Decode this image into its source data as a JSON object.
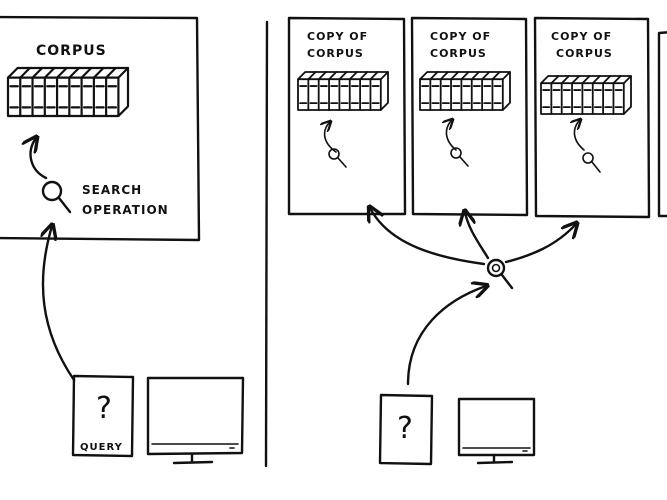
{
  "left_panel": {
    "corpus_label": "CORPUS",
    "search_label_line1": "SEARCH",
    "search_label_line2": "OPERATION",
    "query_glyph": "?",
    "query_label": "QUERY",
    "icons": [
      "books-icon",
      "magnifier-icon",
      "query-document-icon",
      "monitor-icon"
    ]
  },
  "right_panel": {
    "copies": [
      {
        "line1": "COPY OF",
        "line2": "CORPUS"
      },
      {
        "line1": "COPY OF",
        "line2": "CORPUS"
      },
      {
        "line1": "COPY OF",
        "line2": "CORPUS"
      }
    ],
    "query_glyph": "?",
    "icons": [
      "books-icon",
      "magnifier-icon",
      "query-document-icon",
      "monitor-icon"
    ]
  }
}
